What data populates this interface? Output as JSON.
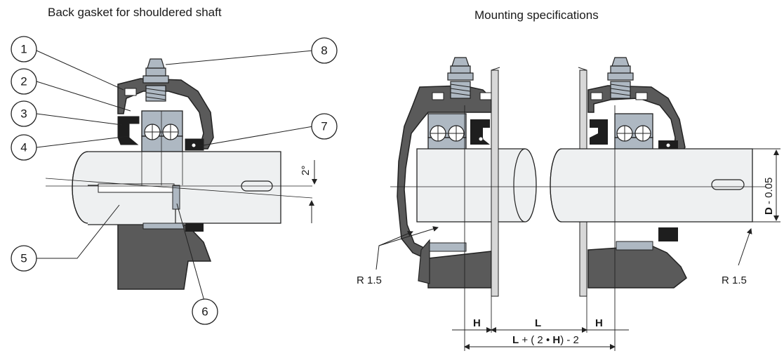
{
  "titles": {
    "left": "Back gasket for shouldered shaft",
    "right": "Mounting specifications"
  },
  "callouts": [
    "1",
    "2",
    "3",
    "4",
    "5",
    "6",
    "7",
    "8"
  ],
  "angle_label": "2°",
  "radius_labels": [
    "R 1.5",
    "R 1.5"
  ],
  "dimensions": {
    "h_left": "H",
    "l_mid": "L",
    "h_right": "H",
    "total_bold_l": "L",
    "total_mid": " + ( 2 • ",
    "total_bold_h": "H",
    "total_end": ") - 2",
    "diameter_bold": "D",
    "diameter_rest": " - 0.05"
  },
  "colors": {
    "housing": "#5a5a5a",
    "bearing": "#aeb8c2",
    "shaft": "#eef0f1",
    "outline": "#222222"
  }
}
